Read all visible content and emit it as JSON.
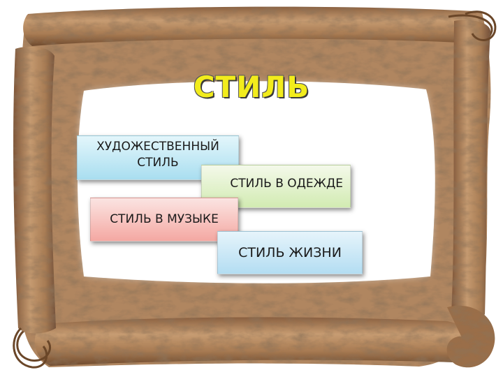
{
  "title": "СТИЛЬ",
  "boxes": {
    "art": "ХУДОЖЕСТВЕННЫЙ СТИЛЬ",
    "clothes": "СТИЛЬ В ОДЕЖДЕ",
    "music": "СТИЛЬ В МУЗЫКЕ",
    "life": "СТИЛЬ ЖИЗНИ"
  },
  "colors": {
    "parchment": "#b08660",
    "parchment_dark": "#7a5538",
    "title_yellow": "#f2ec1c"
  }
}
